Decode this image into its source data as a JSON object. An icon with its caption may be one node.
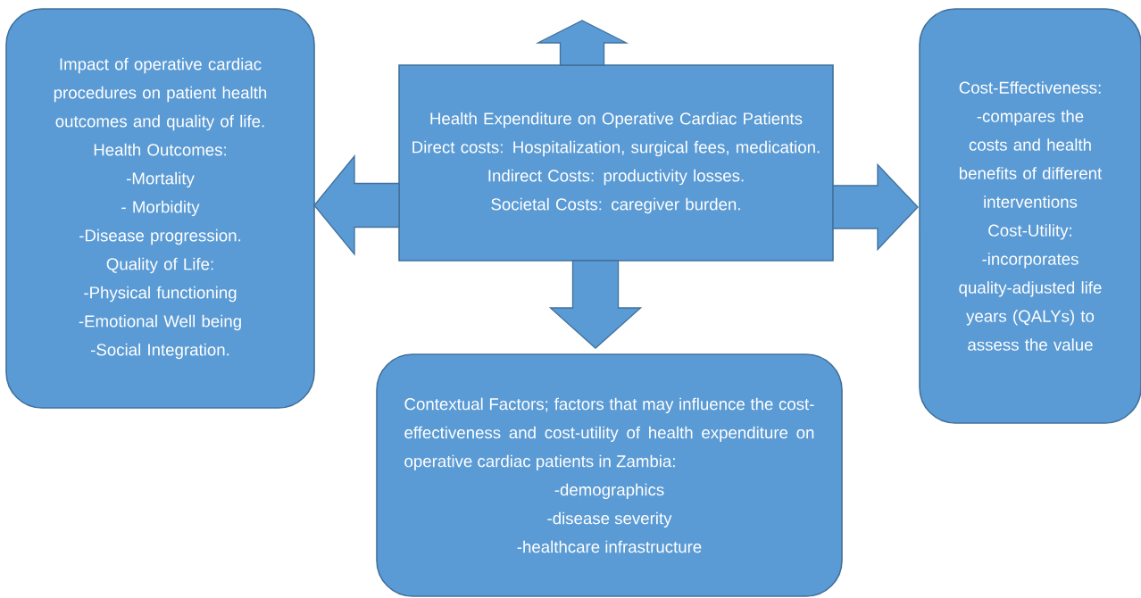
{
  "diagram": {
    "nodes": [
      {
        "text": [
          "Impact of operative cardiac procedures on patient health outcomes and quality of life.",
          "Health Outcomes:",
          "-Mortality",
          "- Morbidity",
          "-Disease progression.",
          "Quality of Life:",
          "-Physical functioning",
          "-Emotional Well being",
          "-Social Integration."
        ]
      },
      {
        "text": [
          "Health Expenditure on Operative Cardiac Patients",
          "Direct costs:  Hospitalization, surgical fees, medication.",
          "Indirect Costs: productivity losses.",
          "Societal Costs: caregiver burden."
        ]
      },
      {
        "text": [
          "Cost-Effectiveness:",
          "-compares the costs and health benefits of different interventions",
          "Cost-Utility:",
          "-incorporates quality-adjusted life years (QALYs) to assess the value"
        ]
      },
      {
        "text": [
          "Contextual Factors; factors that may influence the cost-effectiveness and cost-utility of health expenditure on operative cardiac patients in Zambia:",
          "-demographics",
          "-disease severity",
          "-healthcare infrastructure"
        ]
      }
    ],
    "edges": [
      {
        "from": 1,
        "to": 0,
        "arrow": "to"
      },
      {
        "from": 1,
        "to": 2,
        "arrow": "to"
      },
      {
        "from": 1,
        "to": 3,
        "arrow": "to"
      },
      {
        "from": 1,
        "to": null,
        "arrow": "to"
      }
    ]
  }
}
